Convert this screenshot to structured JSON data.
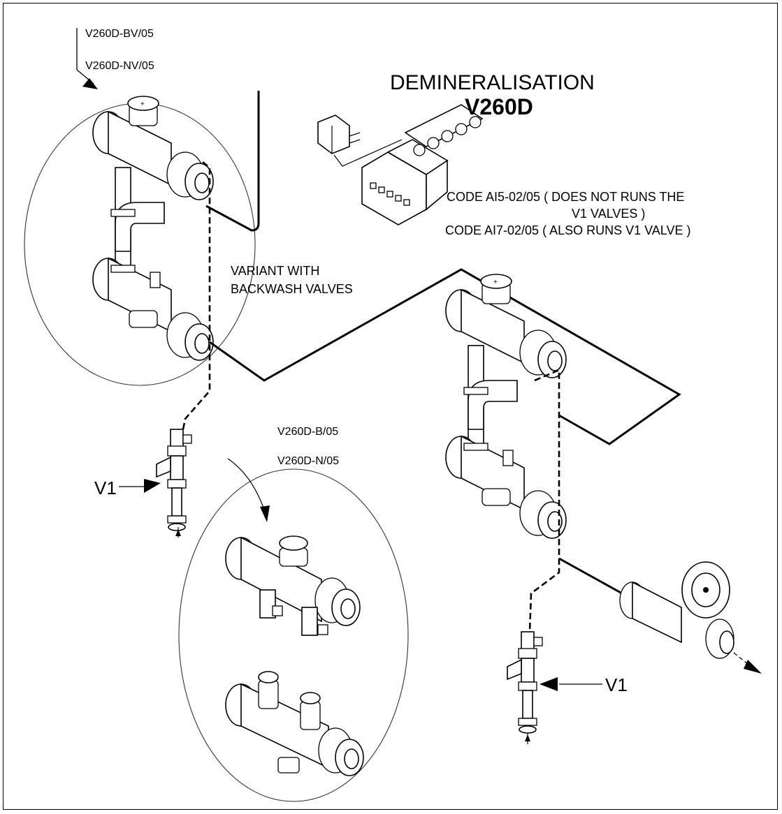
{
  "title": "DEMINERALISATION",
  "model": "V260D",
  "variant_backwash": {
    "codes": [
      "V260D-BV/05",
      "V260D-NV/05"
    ],
    "label_line1": "VARIANT WITH",
    "label_line2": "BACKWASH VALVES"
  },
  "variant_standard": {
    "codes": [
      "V260D-B/05",
      "V260D-N/05"
    ]
  },
  "controller_codes": [
    {
      "code": "CODE AI5-02/05 ( DOES NOT RUNS THE",
      "continuation": "V1 VALVES )"
    },
    {
      "code": "CODE AI7-02/05 ( ALSO RUNS V1 VALVE  )"
    }
  ],
  "valve_label": "V1",
  "icons": [
    "power-adapter-icon",
    "controller-unit-icon",
    "strainer-filter-icon",
    "flow-arrow-icon",
    "pointer-arrow-icon"
  ]
}
